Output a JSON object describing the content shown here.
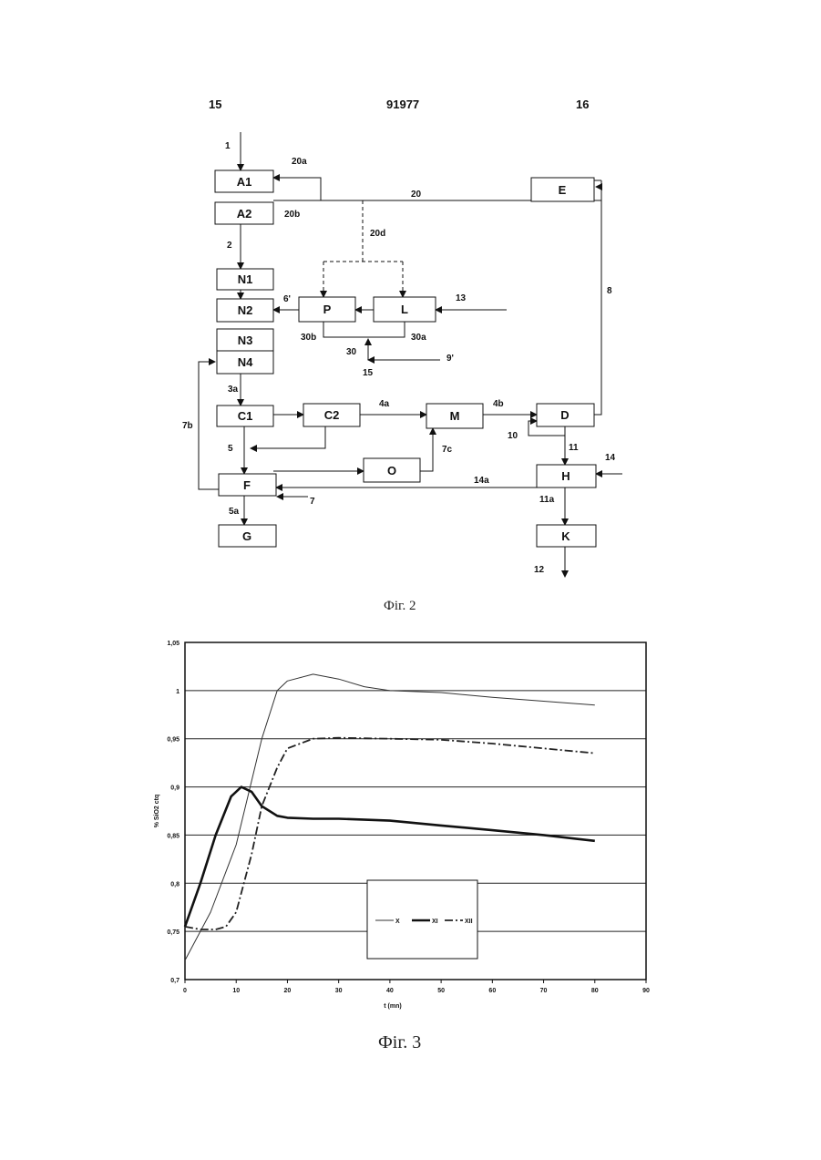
{
  "header": {
    "left": "15",
    "center": "91977",
    "right": "16"
  },
  "figure2": {
    "caption": "Фіг. 2",
    "boxes": {
      "A1": "A1",
      "A2": "A2",
      "E": "E",
      "N1": "N1",
      "N2": "N2",
      "N3": "N3",
      "N4": "N4",
      "P": "P",
      "L": "L",
      "C1": "C1",
      "C2": "C2",
      "M": "M",
      "D": "D",
      "O": "O",
      "F": "F",
      "H": "H",
      "G": "G",
      "K": "K"
    },
    "labels": {
      "l1": "1",
      "l20a": "20a",
      "l20": "20",
      "l20b": "20b",
      "l2": "2",
      "l20d": "20d",
      "l6p": "6'",
      "l13": "13",
      "l8": "8",
      "l30b": "30b",
      "l30": "30",
      "l30a": "30a",
      "l15": "15",
      "l9p": "9'",
      "l3a": "3a",
      "l7b": "7b",
      "l4a": "4a",
      "l4b": "4b",
      "l10": "10",
      "l5": "5",
      "l7c": "7c",
      "l11": "11",
      "l14": "14",
      "l14a": "14a",
      "l7": "7",
      "l5a": "5a",
      "l11a": "11a",
      "l12": "12"
    }
  },
  "figure3": {
    "caption": "Фіг. 3",
    "chart_data": {
      "type": "line",
      "xlabel": "t (mn)",
      "ylabel": "% SiO2 ctq",
      "xlim": [
        0,
        90
      ],
      "ylim": [
        0.7,
        1.05
      ],
      "xticks": [
        "0",
        "10",
        "20",
        "30",
        "40",
        "50",
        "60",
        "70",
        "80",
        "90"
      ],
      "yticks": [
        "0,7",
        "0,75",
        "0,8",
        "0,85",
        "0,9",
        "0,95",
        "1",
        "1,05"
      ],
      "grid": "horizontal",
      "legend_position": "bottom-center",
      "series": [
        {
          "name": "X",
          "style": "thin",
          "color": "#333333",
          "x": [
            0,
            5,
            10,
            15,
            18,
            20,
            25,
            30,
            35,
            40,
            50,
            60,
            70,
            80
          ],
          "y": [
            0.72,
            0.77,
            0.84,
            0.95,
            1.0,
            1.01,
            1.017,
            1.012,
            1.004,
            1.0,
            0.998,
            0.993,
            0.989,
            0.985
          ]
        },
        {
          "name": "XI",
          "style": "thick",
          "color": "#111111",
          "x": [
            0,
            3,
            6,
            9,
            11,
            13,
            15,
            18,
            20,
            25,
            30,
            40,
            50,
            60,
            70,
            80
          ],
          "y": [
            0.755,
            0.8,
            0.85,
            0.89,
            0.9,
            0.895,
            0.88,
            0.87,
            0.868,
            0.867,
            0.867,
            0.865,
            0.86,
            0.855,
            0.85,
            0.844
          ]
        },
        {
          "name": "XII",
          "style": "dashdot",
          "color": "#222222",
          "x": [
            0,
            3,
            6,
            8,
            10,
            13,
            15,
            18,
            20,
            25,
            30,
            40,
            50,
            60,
            70,
            80
          ],
          "y": [
            0.755,
            0.752,
            0.752,
            0.755,
            0.77,
            0.83,
            0.88,
            0.92,
            0.94,
            0.95,
            0.951,
            0.95,
            0.949,
            0.945,
            0.94,
            0.935
          ]
        }
      ]
    }
  }
}
